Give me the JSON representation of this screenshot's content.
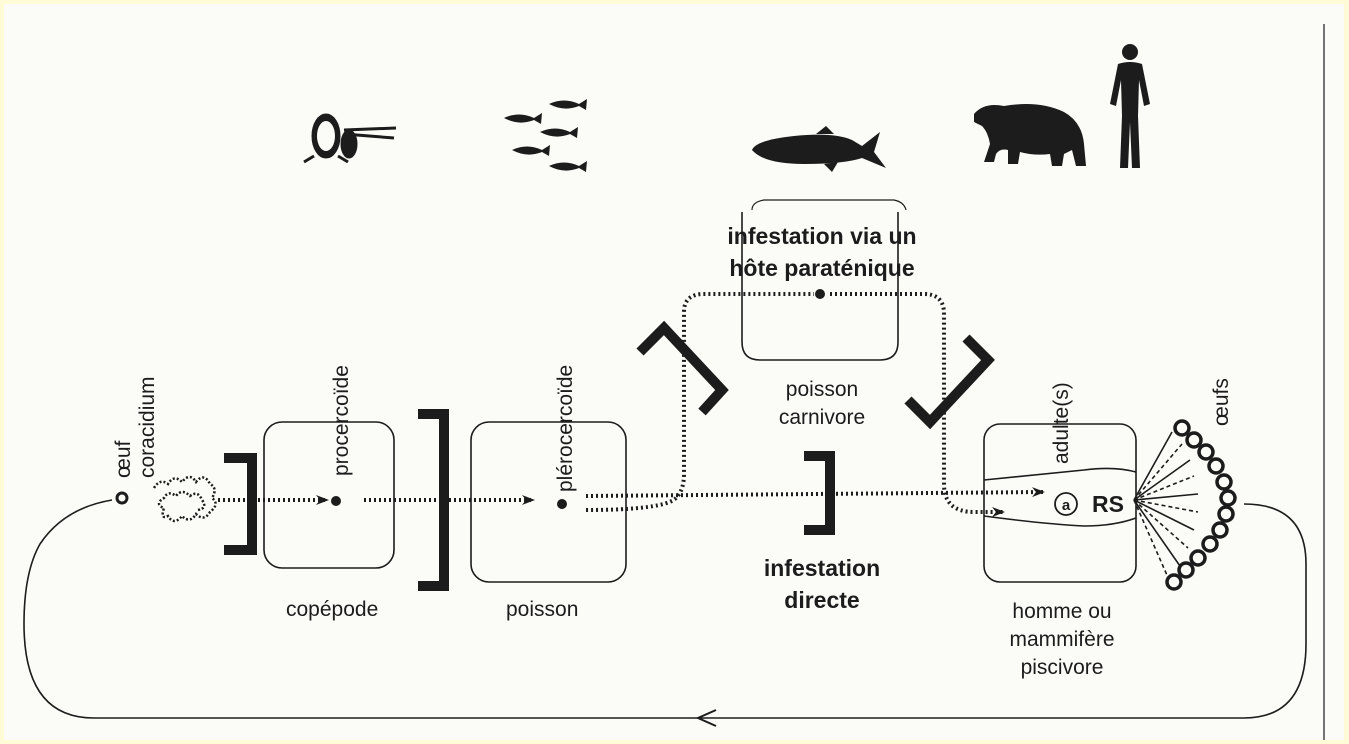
{
  "labels": {
    "oeuf": "œuf",
    "coracidium": "coracidium",
    "procercoide": "procercoïde",
    "copepode": "copépode",
    "plerocercoide": "plérocercoïde",
    "poisson": "poisson",
    "infestation_paratenique_l1": "infestation via un",
    "infestation_paratenique_l2": "hôte paraténique",
    "poisson_carnivore_l1": "poisson",
    "poisson_carnivore_l2": "carnivore",
    "infestation_directe_l1": "infestation",
    "infestation_directe_l2": "directe",
    "adultes": "adulte(s)",
    "a": "a",
    "rs": "RS",
    "oeufs": "œufs",
    "hote_l1": "homme ou",
    "hote_l2": "mammifère",
    "hote_l3": "piscivore"
  },
  "icons": [
    "copepod-icon",
    "fish-school-icon",
    "pike-icon",
    "bear-icon",
    "human-icon"
  ],
  "colors": {
    "ink": "#1c1c1c",
    "paper": "#fbfbf8",
    "frame": "#fffbd6"
  }
}
